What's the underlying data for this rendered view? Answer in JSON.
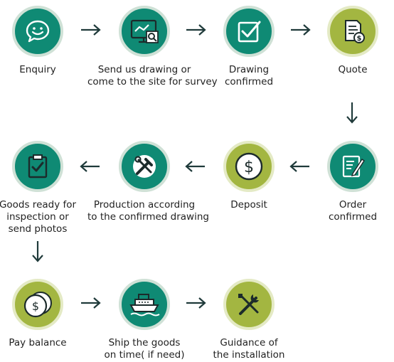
{
  "colors": {
    "teal": "#0f8a74",
    "olive": "#a3b641",
    "arrow": "#1f3a3a",
    "icon_line": "#1c2b2b"
  },
  "steps": [
    {
      "label_lines": [
        "Enquiry"
      ],
      "icon": "chat-smile-icon",
      "color": "teal"
    },
    {
      "label_lines": [
        "Send us drawing or",
        "come to the site for survey"
      ],
      "icon": "monitor-search-icon",
      "color": "teal"
    },
    {
      "label_lines": [
        "Drawing",
        "confirmed"
      ],
      "icon": "checkbox-icon",
      "color": "teal"
    },
    {
      "label_lines": [
        "Quote"
      ],
      "icon": "invoice-dollar-icon",
      "color": "olive"
    },
    {
      "label_lines": [
        "Order",
        "confirmed"
      ],
      "icon": "document-pen-icon",
      "color": "teal"
    },
    {
      "label_lines": [
        "Deposit"
      ],
      "icon": "dollar-coin-icon",
      "color": "olive"
    },
    {
      "label_lines": [
        "Production according",
        "to the confirmed drawing"
      ],
      "icon": "tools-icon",
      "color": "teal"
    },
    {
      "label_lines": [
        "Goods ready for",
        "inspection or",
        "send photos"
      ],
      "icon": "clipboard-check-icon",
      "color": "teal"
    },
    {
      "label_lines": [
        "Pay balance"
      ],
      "icon": "coins-icon",
      "color": "olive"
    },
    {
      "label_lines": [
        "Ship the goods",
        "on time( if need)"
      ],
      "icon": "ship-icon",
      "color": "teal"
    },
    {
      "label_lines": [
        "Guidance of",
        "the installation"
      ],
      "icon": "wrench-screwdriver-icon",
      "color": "olive"
    }
  ]
}
